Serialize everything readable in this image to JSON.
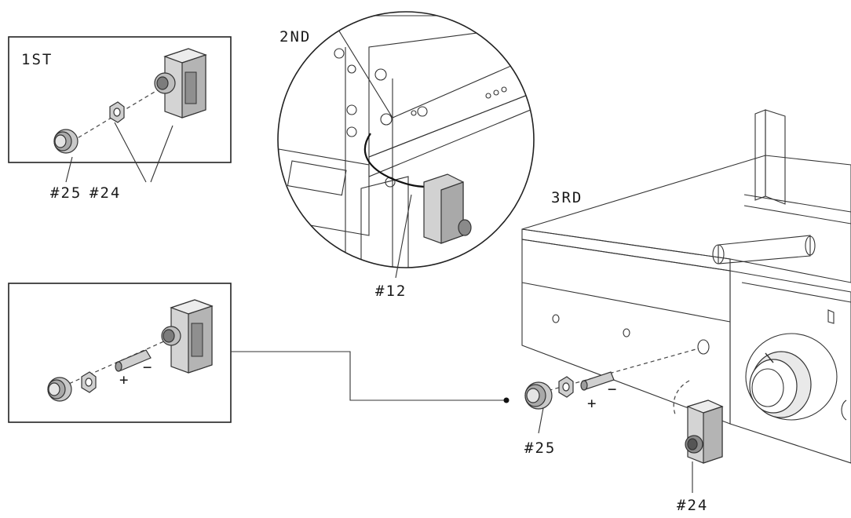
{
  "steps": {
    "first": "1ST",
    "second": "2ND",
    "third": "3RD"
  },
  "part_labels": {
    "p25_step1": "#25",
    "p24_step1": "#24",
    "p12_step2": "#12",
    "p25_step3": "#25",
    "p24_step3": "#24"
  },
  "polarity": {
    "plus_detail": "+",
    "minus_detail": "−",
    "plus_main": "+",
    "minus_main": "−"
  },
  "colors": {
    "line": "#222222",
    "part_fill": "#d8d8d8",
    "part_dark": "#9a9a9a",
    "background": "#ffffff"
  }
}
